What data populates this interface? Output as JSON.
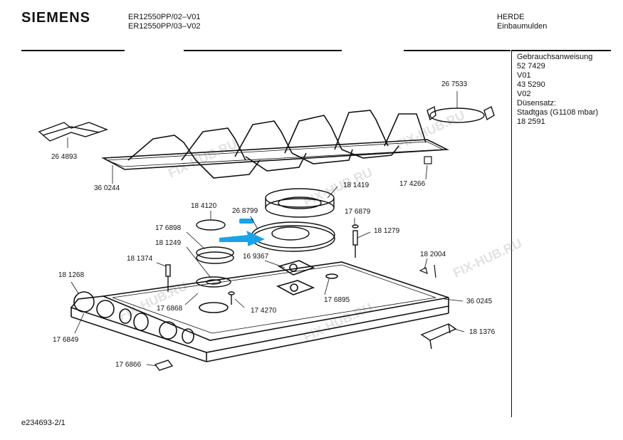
{
  "header": {
    "brand": "SIEMENS",
    "model_line_1": "ER12550PP/02–V01",
    "model_line_2": "ER12550PP/03–V02",
    "category_1": "HERDE",
    "category_2": "Einbaumulden"
  },
  "sidebar": {
    "lines": [
      "Gebrauchsanweisung",
      "52 7429",
      "V01",
      "43 5290",
      "V02",
      "Düsensatz:",
      "Stadtgas (G1108 mbar)",
      "18 2591"
    ]
  },
  "parts": {
    "p1": "26 7533",
    "p2": "26 4893",
    "p3": "36 0244",
    "p4": "17 4266",
    "p5": "18 1419",
    "p6": "18 4120",
    "p7": "26 8799",
    "p8": "17 6879",
    "p9": "18 1279",
    "p10": "17 6898",
    "p11": "18 1249",
    "p12": "16 9367",
    "p13": "18 1374",
    "p14": "18 2004",
    "p15": "18 1268",
    "p16": "17 6895",
    "p17": "36 0245",
    "p18": "17 6868",
    "p19": "17 4270",
    "p20": "17 6849",
    "p21": "18 1376",
    "p22": "17 6866"
  },
  "footer": {
    "code": "e234693-2/1"
  },
  "colors": {
    "ink": "#111111",
    "highlight": "#1aa3e8",
    "watermark": "#dcdcdc"
  }
}
